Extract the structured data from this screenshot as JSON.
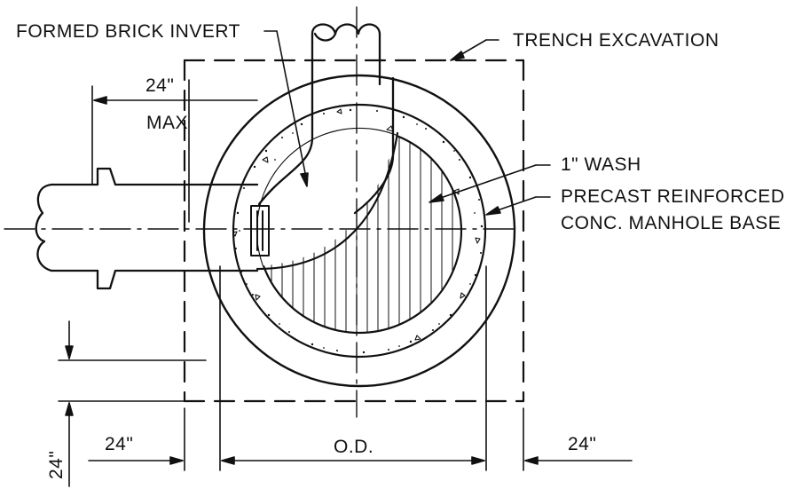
{
  "drawing": {
    "labels": {
      "formed_brick_invert": "FORMED BRICK INVERT",
      "trench_excavation": "TRENCH EXCAVATION",
      "wash": "1\" WASH",
      "precast_line1": "PRECAST REINFORCED",
      "precast_line2": "CONC. MANHOLE BASE",
      "dim_top": "24\"",
      "max": "MAX",
      "dim_bottom_left": "24\"",
      "od": "O.D.",
      "dim_bottom_right": "24\"",
      "dim_vertical": "24\""
    },
    "colors": {
      "ink": "#111111",
      "background": "#ffffff"
    }
  }
}
